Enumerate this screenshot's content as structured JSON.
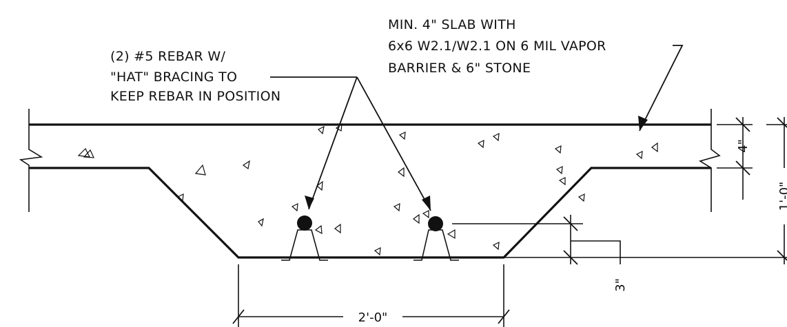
{
  "notes": {
    "slab_line1": "MIN. 4\" SLAB WITH",
    "slab_line2": "6x6 W2.1/W2.1 ON 6 MIL VAPOR",
    "slab_line3": "BARRIER & 6\" STONE",
    "rebar_line1": "(2) #5 REBAR W/",
    "rebar_line2": "\"HAT\" BRACING TO",
    "rebar_line3": "KEEP REBAR IN POSITION"
  },
  "dimensions": {
    "footing_width": "2'-0\"",
    "slab_thickness": "4\"",
    "footing_depth": "1'-0\"",
    "rebar_cover": "3\""
  }
}
